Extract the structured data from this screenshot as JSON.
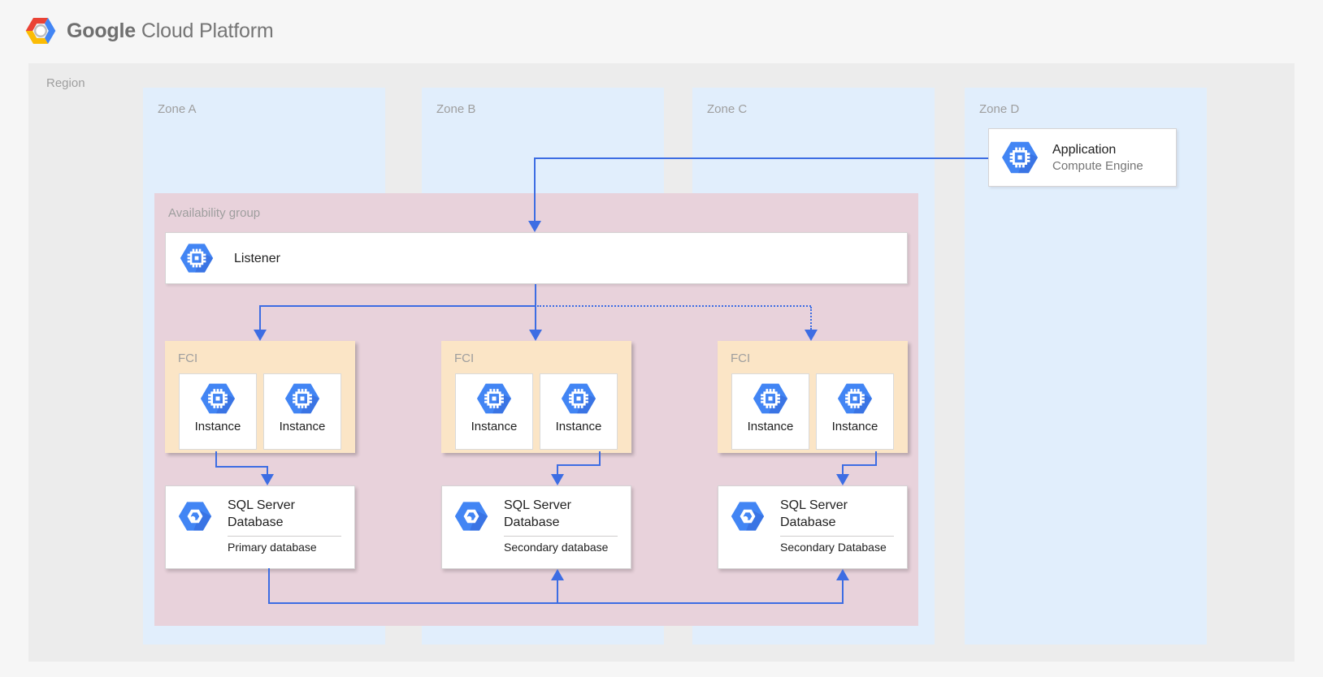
{
  "header": {
    "brand": {
      "name": "Google Cloud Platform",
      "part1": "Google",
      "part2": "Cloud Platform"
    }
  },
  "region": {
    "label": "Region"
  },
  "zones": [
    {
      "label": "Zone A"
    },
    {
      "label": "Zone B"
    },
    {
      "label": "Zone C"
    },
    {
      "label": "Zone D"
    }
  ],
  "application": {
    "title": "Application",
    "subtitle": "Compute Engine"
  },
  "availability_group": {
    "label": "Availability group"
  },
  "listener": {
    "label": "Listener"
  },
  "fci_groups": [
    {
      "label": "FCI",
      "instances": [
        {
          "label": "Instance"
        },
        {
          "label": "Instance"
        }
      ]
    },
    {
      "label": "FCI",
      "instances": [
        {
          "label": "Instance"
        },
        {
          "label": "Instance"
        }
      ]
    },
    {
      "label": "FCI",
      "instances": [
        {
          "label": "Instance"
        },
        {
          "label": "Instance"
        }
      ]
    }
  ],
  "databases": [
    {
      "title": "SQL Server Database",
      "subtitle": "Primary database"
    },
    {
      "title": "SQL Server Database",
      "subtitle": "Secondary database"
    },
    {
      "title": "SQL Server Database",
      "subtitle": "Secondary Database"
    }
  ],
  "connections": [
    {
      "from": "application",
      "to": "listener",
      "style": "solid"
    },
    {
      "from": "listener",
      "to": "fci-zone-a",
      "style": "solid"
    },
    {
      "from": "listener",
      "to": "fci-zone-b",
      "style": "solid"
    },
    {
      "from": "listener",
      "to": "fci-zone-c",
      "style": "dotted"
    },
    {
      "from": "fci-zone-a",
      "to": "database-primary",
      "style": "solid"
    },
    {
      "from": "fci-zone-b",
      "to": "database-secondary-b",
      "style": "solid"
    },
    {
      "from": "fci-zone-c",
      "to": "database-secondary-c",
      "style": "solid"
    },
    {
      "from": "database-primary",
      "to": "database-secondary-b",
      "style": "solid"
    },
    {
      "from": "database-primary",
      "to": "database-secondary-c",
      "style": "solid"
    }
  ],
  "icons": {
    "logo": "gcp-hexagon-logo",
    "application": "compute-engine-icon",
    "listener": "compute-engine-icon",
    "instance": "compute-engine-icon",
    "database": "sql-server-hexagon-icon"
  },
  "colors": {
    "page_bg": "#f6f6f6",
    "region_bg": "#ececec",
    "zone_bg": "#e1eefc",
    "availability_group_bg": "#e8d2db",
    "fci_bg": "#fbe5c6",
    "arrow": "#3d6de3",
    "icon_blue": "#4285f4",
    "logo_red": "#EA4335",
    "logo_blue": "#4285F4",
    "logo_yellow": "#FBBC05",
    "text_dark": "#212121",
    "text_gray": "#9e9e9e"
  }
}
